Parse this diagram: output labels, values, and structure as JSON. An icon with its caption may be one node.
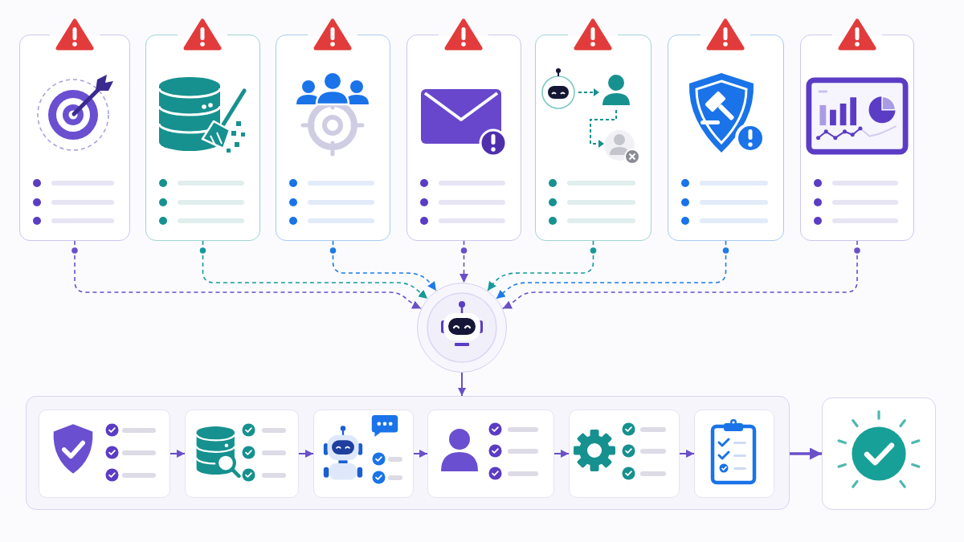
{
  "diagram": {
    "nodes": [
      {
        "text": [],
        "shape": "box"
      },
      {
        "text": [],
        "shape": "box"
      },
      {
        "text": [],
        "shape": "box"
      },
      {
        "text": [],
        "shape": "box"
      },
      {
        "text": [],
        "shape": "box"
      },
      {
        "text": [],
        "shape": "box"
      },
      {
        "text": [],
        "shape": "box"
      },
      {
        "text": [],
        "shape": "circle"
      },
      {
        "text": [],
        "shape": "box"
      },
      {
        "text": [],
        "shape": "box",
        "in": 8
      },
      {
        "text": [],
        "shape": "box",
        "in": 8
      },
      {
        "text": [],
        "shape": "box",
        "in": 8
      },
      {
        "text": [],
        "shape": "box",
        "in": 8
      },
      {
        "text": [],
        "shape": "box",
        "in": 8
      },
      {
        "text": [],
        "shape": "box",
        "in": 8
      },
      {
        "text": [],
        "shape": "box"
      }
    ],
    "edges": [
      {
        "from": 0,
        "to": 7,
        "arrow": "to",
        "style": "dashed"
      },
      {
        "from": 1,
        "to": 7,
        "arrow": "to",
        "style": "dashed",
        "color": "#17999a"
      },
      {
        "from": 2,
        "to": 7,
        "arrow": "to",
        "style": "dashed",
        "color": "#1e7be6"
      },
      {
        "from": 3,
        "to": 7,
        "arrow": "to",
        "style": "dashed"
      },
      {
        "from": 4,
        "to": 7,
        "arrow": "to",
        "style": "dashed",
        "color": "#17999a"
      },
      {
        "from": 5,
        "to": 7,
        "arrow": "to",
        "style": "dashed",
        "color": "#1e7be6"
      },
      {
        "from": 6,
        "to": 7,
        "arrow": "to",
        "style": "dashed"
      },
      {
        "from": 7,
        "to": 8,
        "arrow": "to"
      },
      {
        "from": 9,
        "to": 10,
        "arrow": "to"
      },
      {
        "from": 10,
        "to": 11,
        "arrow": "to"
      },
      {
        "from": 11,
        "to": 12,
        "arrow": "to"
      },
      {
        "from": 12,
        "to": 13,
        "arrow": "to"
      },
      {
        "from": 13,
        "to": 14,
        "arrow": "to"
      },
      {
        "from": 8,
        "to": 15,
        "arrow": "to",
        "style": "thick"
      }
    ]
  }
}
